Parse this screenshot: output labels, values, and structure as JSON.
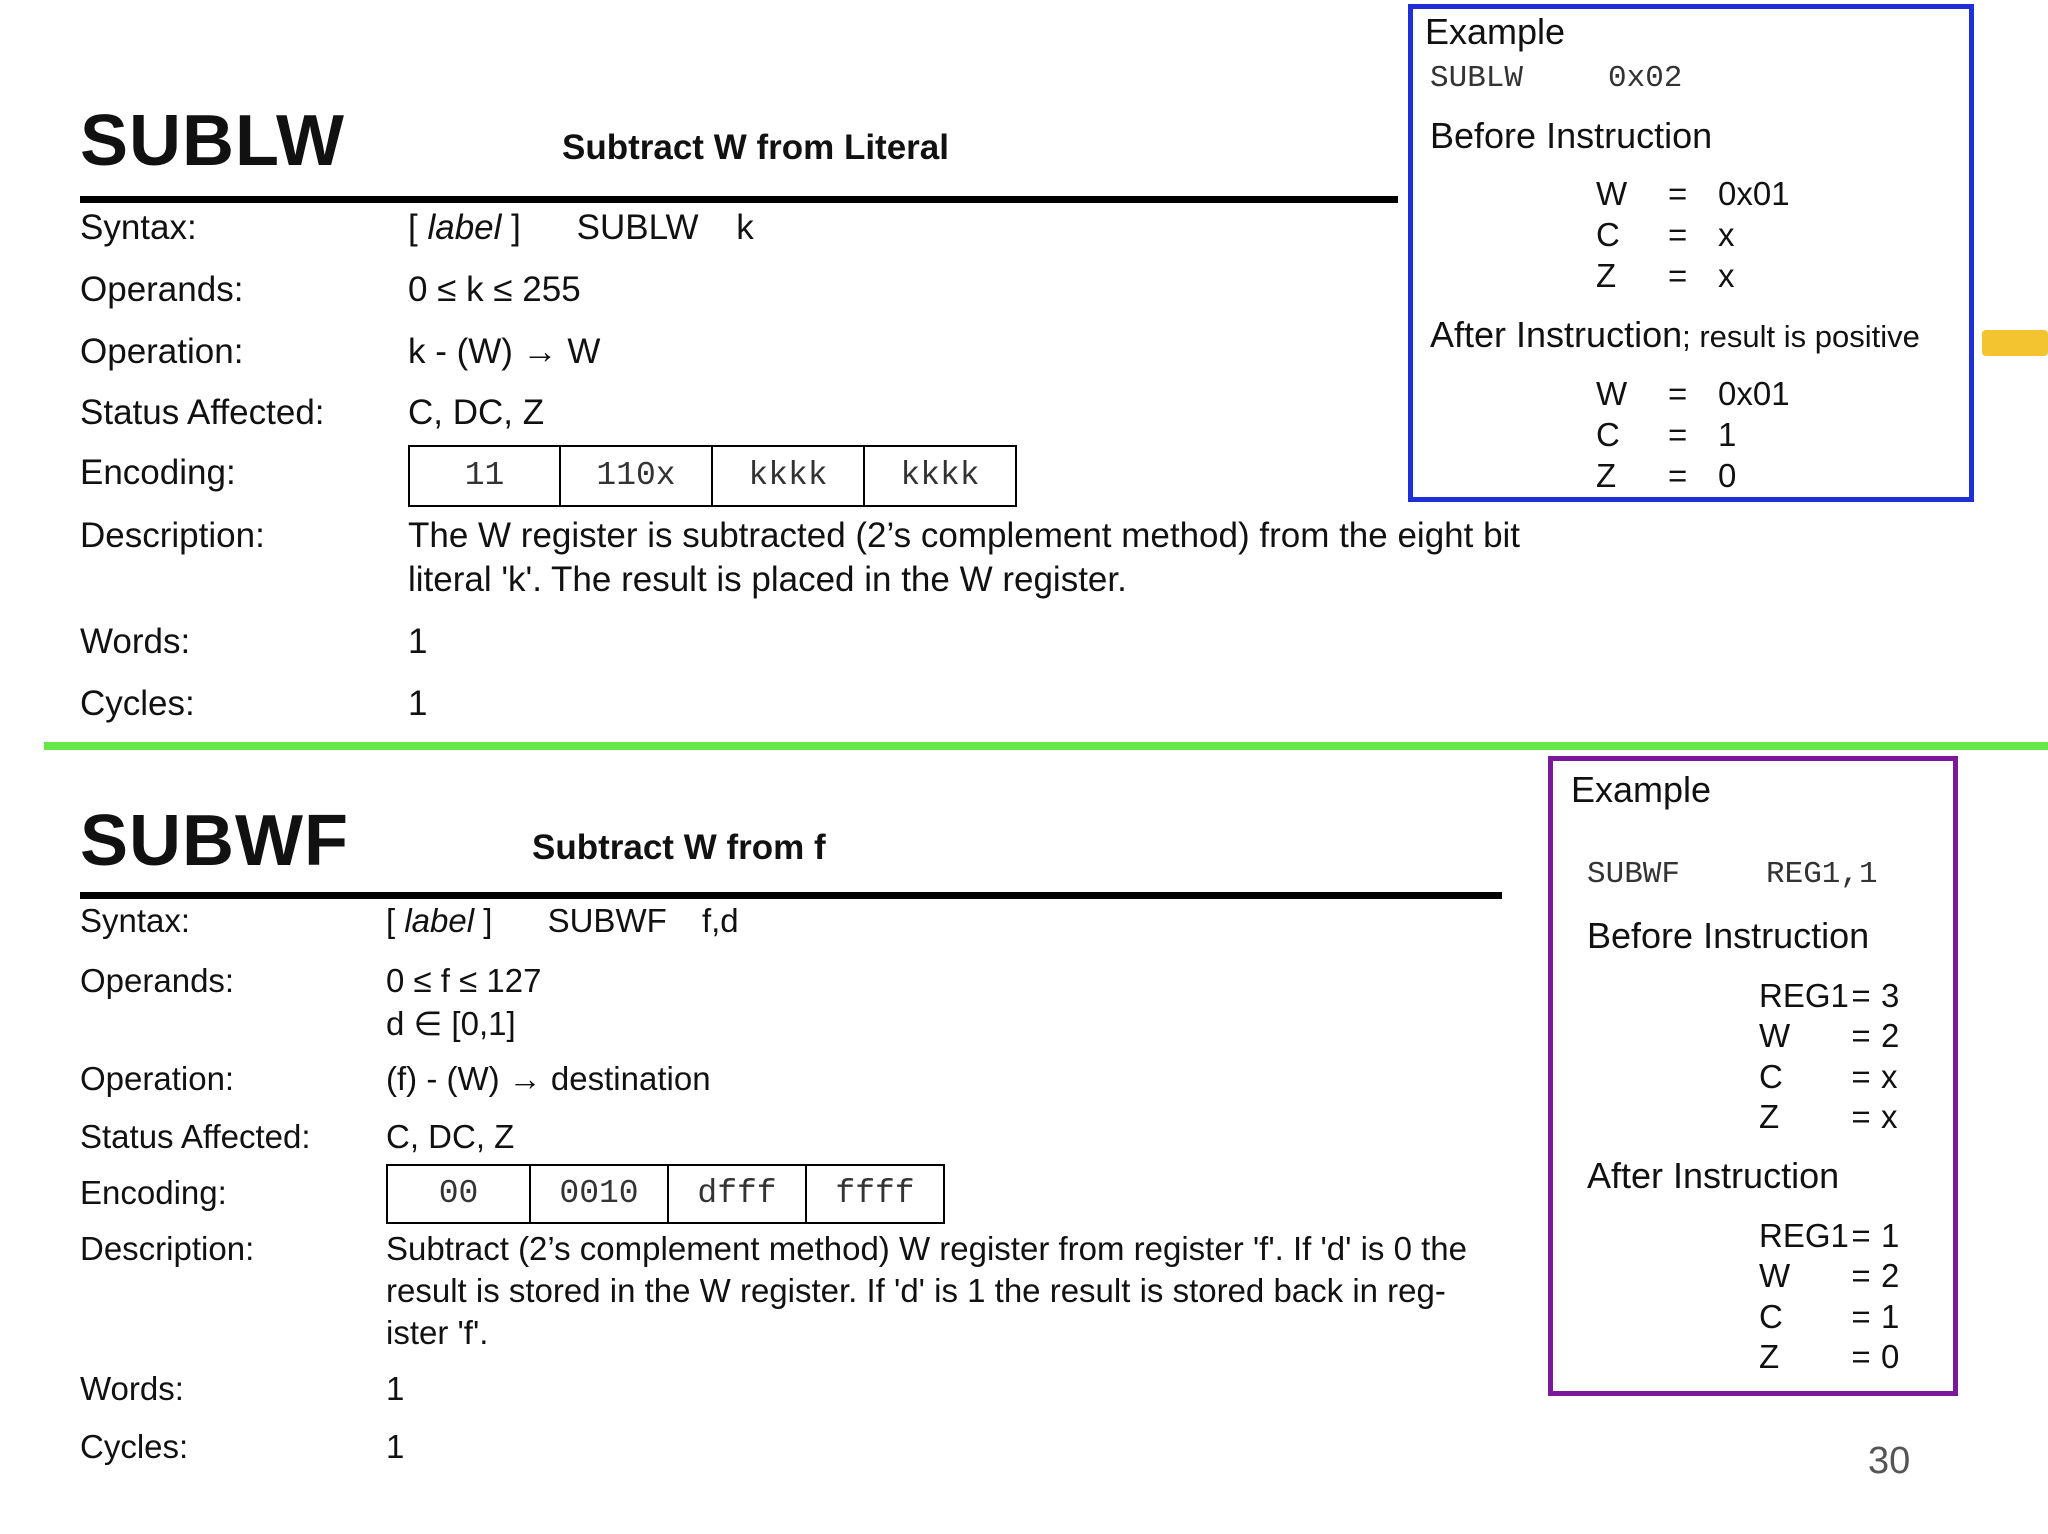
{
  "colors": {
    "separator": "#66e84a",
    "example1_border": "#1f2fd6",
    "example2_border": "#7a1a9a",
    "highlight": "#f4c430"
  },
  "sublw": {
    "title": "SUBLW",
    "subtitle": "Subtract W from Literal",
    "labels": {
      "syntax": "Syntax:",
      "operands": "Operands:",
      "operation": "Operation:",
      "status": "Status Affected:",
      "encoding": "Encoding:",
      "description": "Description:",
      "words": "Words:",
      "cycles": "Cycles:"
    },
    "syntax_label": "label",
    "syntax_open": "[",
    "syntax_close": "]",
    "syntax_mnemonic": "SUBLW",
    "syntax_arg": "k",
    "operands": "0 ≤ k ≤ 255",
    "operation": "k - (W) → W",
    "status": "C, DC, Z",
    "encoding": [
      "11",
      "110x",
      "kkkk",
      "kkkk"
    ],
    "description_line1": "The W register is subtracted (2’s complement method) from the eight bit",
    "description_line2": "literal 'k'. The result is placed in the W register.",
    "words": "1",
    "cycles": "1"
  },
  "example1": {
    "heading": "Example",
    "instruction": "SUBLW",
    "operand": "0x02",
    "before_heading": "Before Instruction",
    "before": [
      {
        "reg": "W",
        "eq": "=",
        "val": "0x01"
      },
      {
        "reg": "C",
        "eq": "=",
        "val": "x"
      },
      {
        "reg": "Z",
        "eq": "=",
        "val": "x"
      }
    ],
    "after_heading": "After Instruction",
    "after_note": "; result is positive",
    "after": [
      {
        "reg": "W",
        "eq": "=",
        "val": "0x01"
      },
      {
        "reg": "C",
        "eq": "=",
        "val": "1"
      },
      {
        "reg": "Z",
        "eq": "=",
        "val": "0"
      }
    ]
  },
  "subwf": {
    "title": "SUBWF",
    "subtitle": "Subtract W from f",
    "labels": {
      "syntax": "Syntax:",
      "operands": "Operands:",
      "operation": "Operation:",
      "status": "Status Affected:",
      "encoding": "Encoding:",
      "description": "Description:",
      "words": "Words:",
      "cycles": "Cycles:"
    },
    "syntax_label": "label",
    "syntax_open": "[",
    "syntax_close": "]",
    "syntax_mnemonic": "SUBWF",
    "syntax_arg": "f,d",
    "operands_line1": "0 ≤ f ≤ 127",
    "operands_line2": "d ∈ [0,1]",
    "operation": "(f) - (W) → destination",
    "status": "C, DC, Z",
    "encoding": [
      "00",
      "0010",
      "dfff",
      "ffff"
    ],
    "description_line1": "Subtract (2’s complement method) W register from register 'f'. If 'd' is 0 the",
    "description_line2": "result is stored in the W register. If 'd' is 1 the result is stored back in reg-",
    "description_line3": "ister 'f'.",
    "words": "1",
    "cycles": "1"
  },
  "example2": {
    "heading": "Example",
    "instruction": "SUBWF",
    "operand": "REG1,1",
    "before_heading": "Before Instruction",
    "before": [
      {
        "reg": "REG1",
        "eq": "=",
        "val": "3"
      },
      {
        "reg": "W",
        "eq": "=",
        "val": "2"
      },
      {
        "reg": "C",
        "eq": "=",
        "val": "x"
      },
      {
        "reg": "Z",
        "eq": "=",
        "val": "x"
      }
    ],
    "after_heading": "After Instruction",
    "after": [
      {
        "reg": "REG1",
        "eq": "=",
        "val": "1"
      },
      {
        "reg": "W",
        "eq": "=",
        "val": "2"
      },
      {
        "reg": "C",
        "eq": "=",
        "val": "1"
      },
      {
        "reg": "Z",
        "eq": "=",
        "val": "0"
      }
    ]
  },
  "page_number": "30"
}
